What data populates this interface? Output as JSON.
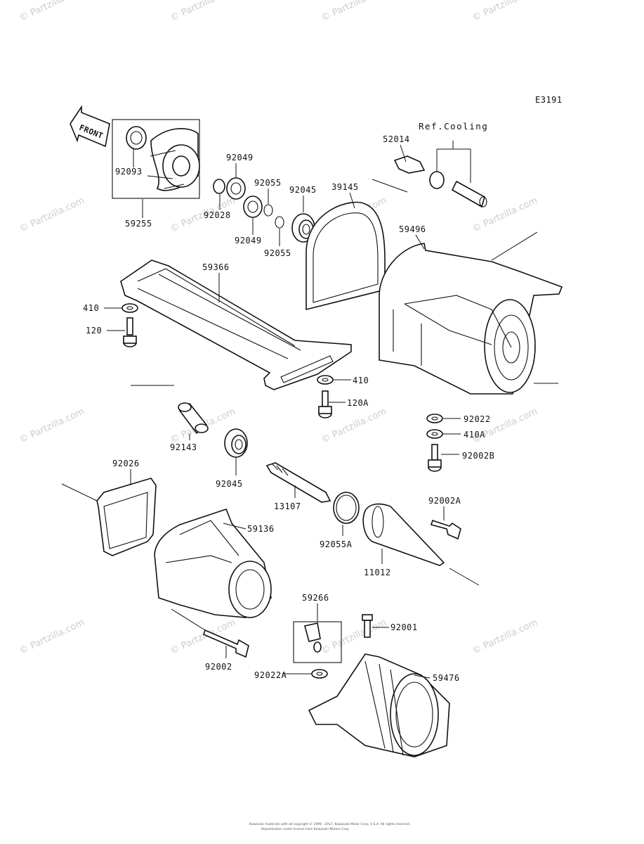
{
  "diagram_code": "E3191",
  "front_label": "FRONT",
  "ref_cooling": "Ref.Cooling",
  "watermark": "© Partzilla.com",
  "footer_line1": "Kawasaki materials with all copyright © 1999 - 2017, Kawasaki Motor Corp, U.S.A. All rights reserved.",
  "footer_line2": "Reproduction under license from Kawasaki Motors Corp",
  "parts": [
    {
      "label": "92093"
    },
    {
      "label": "59255"
    },
    {
      "label": "92049"
    },
    {
      "label": "92028"
    },
    {
      "label": "92049"
    },
    {
      "label": "92055"
    },
    {
      "label": "92055"
    },
    {
      "label": "92045"
    },
    {
      "label": "39145"
    },
    {
      "label": "52014"
    },
    {
      "label": "59496"
    },
    {
      "label": "59366"
    },
    {
      "label": "410"
    },
    {
      "label": "120"
    },
    {
      "label": "410"
    },
    {
      "label": "120A"
    },
    {
      "label": "92143"
    },
    {
      "label": "92045"
    },
    {
      "label": "92026"
    },
    {
      "label": "59136"
    },
    {
      "label": "13107"
    },
    {
      "label": "92055A"
    },
    {
      "label": "11012"
    },
    {
      "label": "92022"
    },
    {
      "label": "410A"
    },
    {
      "label": "92002B"
    },
    {
      "label": "92002A"
    },
    {
      "label": "59266"
    },
    {
      "label": "92001"
    },
    {
      "label": "92002"
    },
    {
      "label": "92022A"
    },
    {
      "label": "59476"
    }
  ]
}
